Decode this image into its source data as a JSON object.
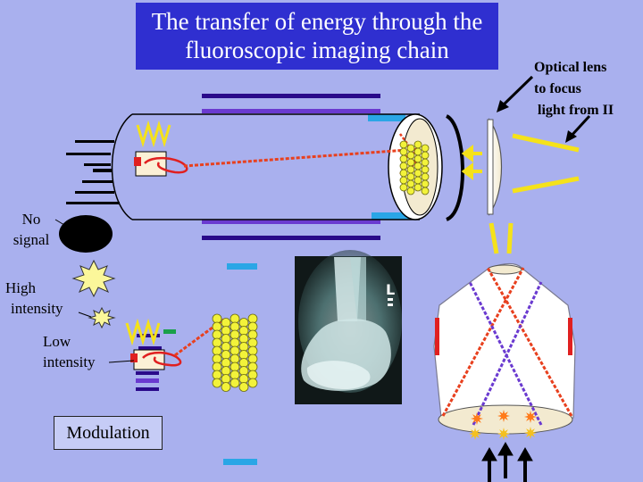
{
  "title_line1": "The transfer of energy through the",
  "title_line2": "fluoroscopic imaging chain",
  "labels": {
    "optical_lens": [
      "Optical lens",
      "to focus",
      "light from II"
    ],
    "no_signal": [
      "No",
      "signal"
    ],
    "high_intensity": [
      "High",
      "intensity"
    ],
    "low_intensity": [
      "Low",
      "intensity"
    ],
    "modulation": "Modulation"
  },
  "colors": {
    "background": "#a9b0ee",
    "title_fill": "#2f2fd0",
    "photoelectron": "#e8401e",
    "electron_beam": "#6a3ad0",
    "light_ray": "#f5e21a",
    "phosphor_crystal": "#f2f23a",
    "accent_bar": "#2aa6e6",
    "plate": "#2a0a8a"
  },
  "icons": [
    "xray-wave-icon",
    "tube-coil-icon",
    "starburst-icon",
    "arrow-up-icon",
    "ankle-radiograph-image"
  ]
}
